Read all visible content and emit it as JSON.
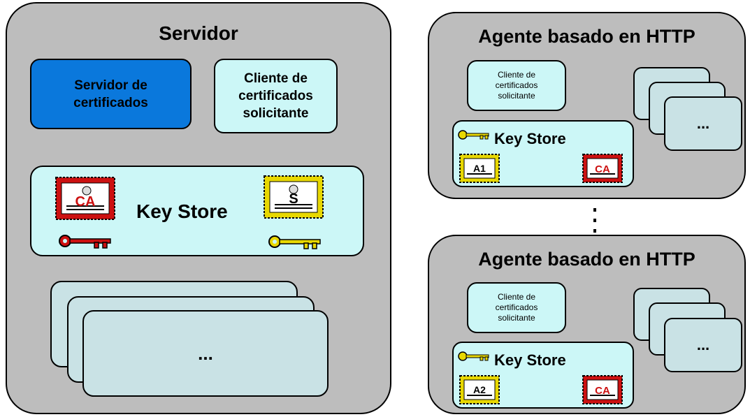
{
  "server": {
    "title": "Servidor",
    "cert_server": "Servidor de certificados",
    "cert_client": "Cliente de certificados solicitante",
    "key_store": "Key Store",
    "ellipsis": "..."
  },
  "agent_top": {
    "title": "Agente basado en HTTP",
    "cert_client": "Cliente de certificados solicitante",
    "key_store": "Key Store",
    "ellipsis": "..."
  },
  "agent_bottom": {
    "title": "Agente basado en HTTP",
    "cert_client": "Cliente de certificados solicitante",
    "key_store": "Key Store",
    "ellipsis": "..."
  },
  "vertical_dots": ":",
  "certificates": {
    "ca": "CA",
    "server": "S",
    "agent1": "A1",
    "agent2": "A2"
  },
  "colors": {
    "panel_gray": "#bdbdbd",
    "cyan_box": "#ccf7f7",
    "blue_box": "#0a78dc",
    "ca_red": "#cc1111",
    "server_gold": "#e8d800"
  },
  "icons": [
    "certificate-ca-icon",
    "certificate-server-icon",
    "certificate-agent-icon",
    "red-key-icon",
    "gold-key-icon"
  ]
}
